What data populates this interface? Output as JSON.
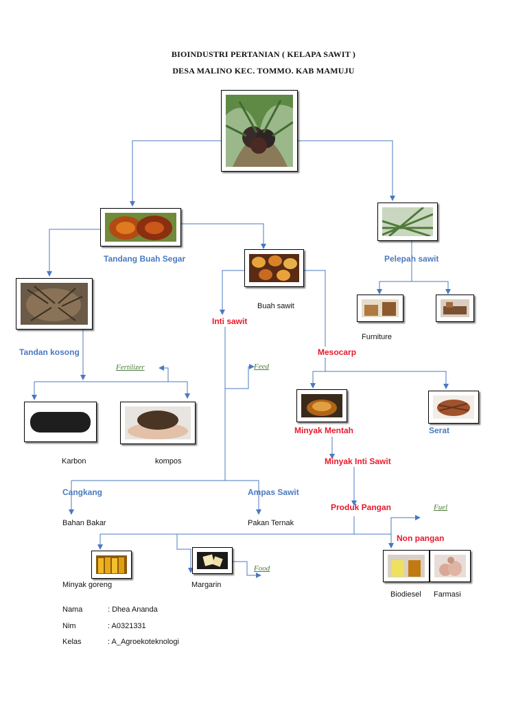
{
  "title": {
    "line1": "BIOINDUSTRI PERTANIAN ( KELAPA SAWIT )",
    "line2": "DESA MALINO KEC. TOMMO. KAB MAMUJU"
  },
  "nodes": {
    "tandang_buah_segar": "Tandang Buah Segar",
    "pelepah_sawit": "Pelepah sawit",
    "buah_sawit": "Buah sawit",
    "inti_sawit": "Inti sawit",
    "furniture": "Furniture",
    "tandan_kosong": "Tandan kosong",
    "mesocarp": "Mesocarp",
    "fertilizer": "Fertilizer",
    "feed_1": "Feed",
    "minyak_mentah": "Minyak Mentah",
    "serat": "Serat",
    "karbon": "Karbon",
    "kompos": "kompos",
    "minyak_inti_sawit": "Minyak Inti Sawit",
    "cangkang": "Cangkang",
    "ampas_sawit": "Ampas Sawit",
    "produk_pangan": "Produk Pangan",
    "fuel": "Fuel",
    "bahan_bakar": "Bahan Bakar",
    "pakan_ternak": "Pakan Ternak",
    "non_pangan": "Non pangan",
    "food": "Food",
    "minyak_goreng": "Minyak goreng",
    "margarin": "Margarin",
    "biodiesel": "Biodiesel",
    "farmasi": "Farmasi"
  },
  "info": {
    "nama_label": "Nama",
    "nama_value": ": Dhea Ananda",
    "nim_label": "Nim",
    "nim_value": ": A0321331",
    "kelas_label": "Kelas",
    "kelas_value": ": A_Agroekoteknologi"
  },
  "colors": {
    "connector": "#4a79c0",
    "label_blue": "#4a79c0",
    "label_red": "#e8192c",
    "label_green": "#4a7a36"
  }
}
